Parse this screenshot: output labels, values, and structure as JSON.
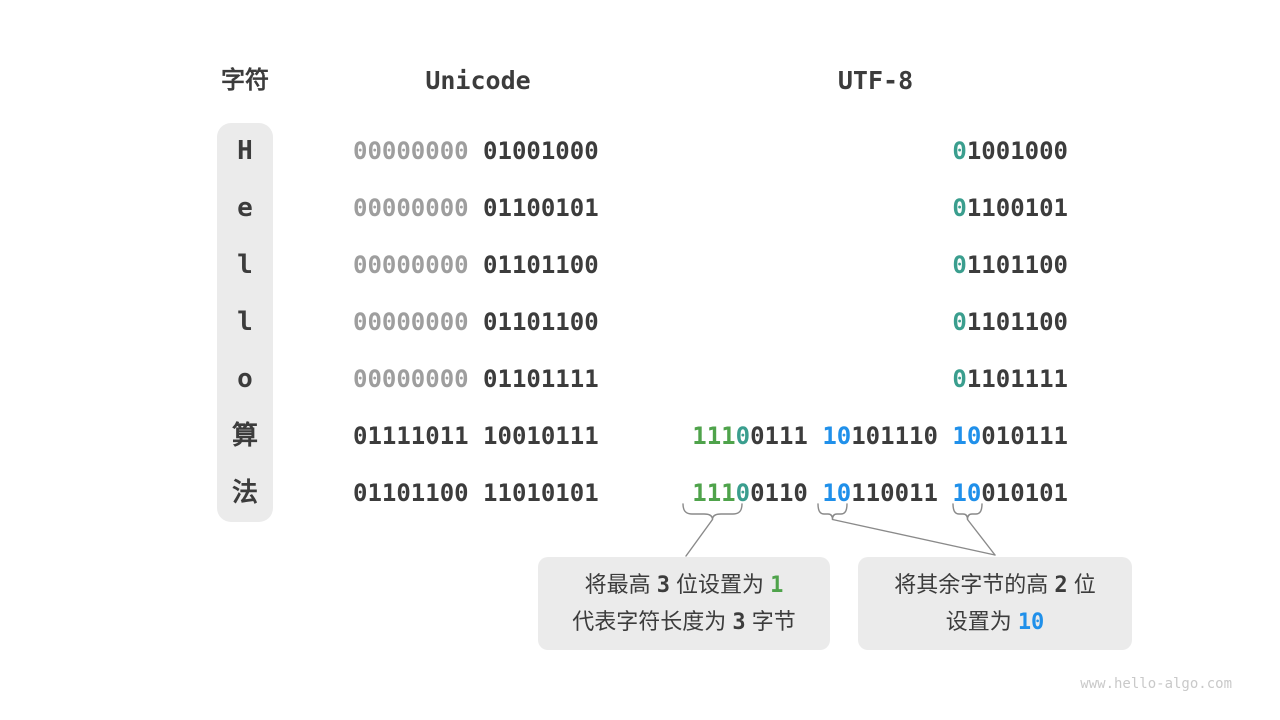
{
  "title": "UTF-8 encoding example diagram",
  "colors": {
    "dark_text": "#3c3c3c",
    "gray_bits": "#9e9e9e",
    "teal_bit": "#3a9e8e",
    "green_bits": "#4fa34b",
    "blue_bits": "#2090ea",
    "box_background": "#ebebeb",
    "connector_line": "#8a8a8a",
    "watermark": "#c9c9c9"
  },
  "headers": {
    "char_col": "字符",
    "unicode_col": "Unicode",
    "utf8_col": "UTF-8"
  },
  "table": {
    "rows": [
      {
        "char": "H",
        "unicode": [
          {
            "t": "00000000",
            "c": "gray"
          },
          {
            "t": " 01001000",
            "c": "dark"
          }
        ],
        "utf8": [
          {
            "t": "0",
            "c": "teal"
          },
          {
            "t": "1001000",
            "c": "dark"
          }
        ]
      },
      {
        "char": "e",
        "unicode": [
          {
            "t": "00000000",
            "c": "gray"
          },
          {
            "t": " 01100101",
            "c": "dark"
          }
        ],
        "utf8": [
          {
            "t": "0",
            "c": "teal"
          },
          {
            "t": "1100101",
            "c": "dark"
          }
        ]
      },
      {
        "char": "l",
        "unicode": [
          {
            "t": "00000000",
            "c": "gray"
          },
          {
            "t": " 01101100",
            "c": "dark"
          }
        ],
        "utf8": [
          {
            "t": "0",
            "c": "teal"
          },
          {
            "t": "1101100",
            "c": "dark"
          }
        ]
      },
      {
        "char": "l",
        "unicode": [
          {
            "t": "00000000",
            "c": "gray"
          },
          {
            "t": " 01101100",
            "c": "dark"
          }
        ],
        "utf8": [
          {
            "t": "0",
            "c": "teal"
          },
          {
            "t": "1101100",
            "c": "dark"
          }
        ]
      },
      {
        "char": "o",
        "unicode": [
          {
            "t": "00000000",
            "c": "gray"
          },
          {
            "t": " 01101111",
            "c": "dark"
          }
        ],
        "utf8": [
          {
            "t": "0",
            "c": "teal"
          },
          {
            "t": "1101111",
            "c": "dark"
          }
        ]
      },
      {
        "char": "算",
        "unicode": [
          {
            "t": "01111011 10010111",
            "c": "dark"
          }
        ],
        "utf8": [
          {
            "t": "111",
            "c": "green"
          },
          {
            "t": "0",
            "c": "teal"
          },
          {
            "t": "0111 ",
            "c": "dark"
          },
          {
            "t": "10",
            "c": "blue"
          },
          {
            "t": "101110 ",
            "c": "dark"
          },
          {
            "t": "10",
            "c": "blue"
          },
          {
            "t": "010111",
            "c": "dark"
          }
        ]
      },
      {
        "char": "法",
        "unicode": [
          {
            "t": "01101100 11010101",
            "c": "dark"
          }
        ],
        "utf8": [
          {
            "t": "111",
            "c": "green"
          },
          {
            "t": "0",
            "c": "teal"
          },
          {
            "t": "0110 ",
            "c": "dark"
          },
          {
            "t": "10",
            "c": "blue"
          },
          {
            "t": "110011 ",
            "c": "dark"
          },
          {
            "t": "10",
            "c": "blue"
          },
          {
            "t": "010101",
            "c": "dark"
          }
        ]
      }
    ]
  },
  "callouts": [
    {
      "lines": [
        [
          {
            "t": "将最高 ",
            "c": "dark"
          },
          {
            "t": "3",
            "c": "dark-mono"
          },
          {
            "t": " 位设置为 ",
            "c": "dark"
          },
          {
            "t": "1",
            "c": "green-strong"
          }
        ],
        [
          {
            "t": "代表字符长度为 ",
            "c": "dark"
          },
          {
            "t": "3",
            "c": "dark-mono"
          },
          {
            "t": " 字节",
            "c": "dark"
          }
        ]
      ]
    },
    {
      "lines": [
        [
          {
            "t": "将其余字节的高 ",
            "c": "dark"
          },
          {
            "t": "2",
            "c": "dark-mono"
          },
          {
            "t": " 位",
            "c": "dark"
          }
        ],
        [
          {
            "t": "设置为 ",
            "c": "dark"
          },
          {
            "t": "10",
            "c": "blue-strong"
          }
        ]
      ]
    }
  ],
  "watermark": "www.hello-algo.com"
}
